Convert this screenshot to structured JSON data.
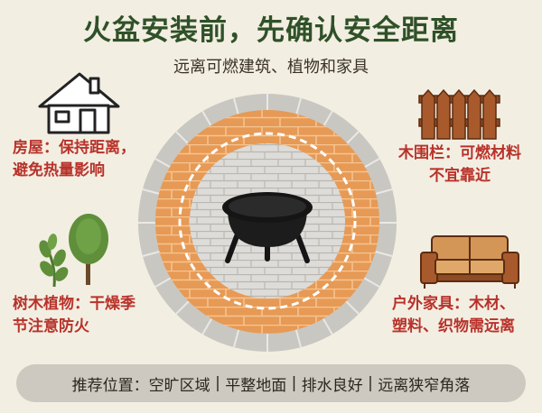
{
  "title": "火盆安装前，先确认安全距离",
  "subtitle": "远离可燃建筑、植物和家具",
  "items": {
    "house": {
      "line1": "房屋：保持距离，",
      "line2": "避免热量影响",
      "icon": "house-icon"
    },
    "fence": {
      "line1": "木围栏：可燃材料",
      "line2": "不宜靠近",
      "icon": "fence-icon"
    },
    "plants": {
      "line1": "树木植物：干燥季",
      "line2": "节注意防火",
      "icon": "tree-icon"
    },
    "furniture": {
      "line1": "户外家具：木材、",
      "line2": "塑料、织物需远离",
      "icon": "sofa-icon"
    }
  },
  "bottom": {
    "parts": [
      "推荐位置：空旷区域",
      "平整地面",
      "排水良好",
      "远离狭窄角落"
    ],
    "separator": " | "
  },
  "colors": {
    "title": "#2f5128",
    "label": "#b8322a",
    "orange_ring": "#e69a55",
    "stone": "#c9c7c2",
    "bg": "#f3eee2"
  }
}
